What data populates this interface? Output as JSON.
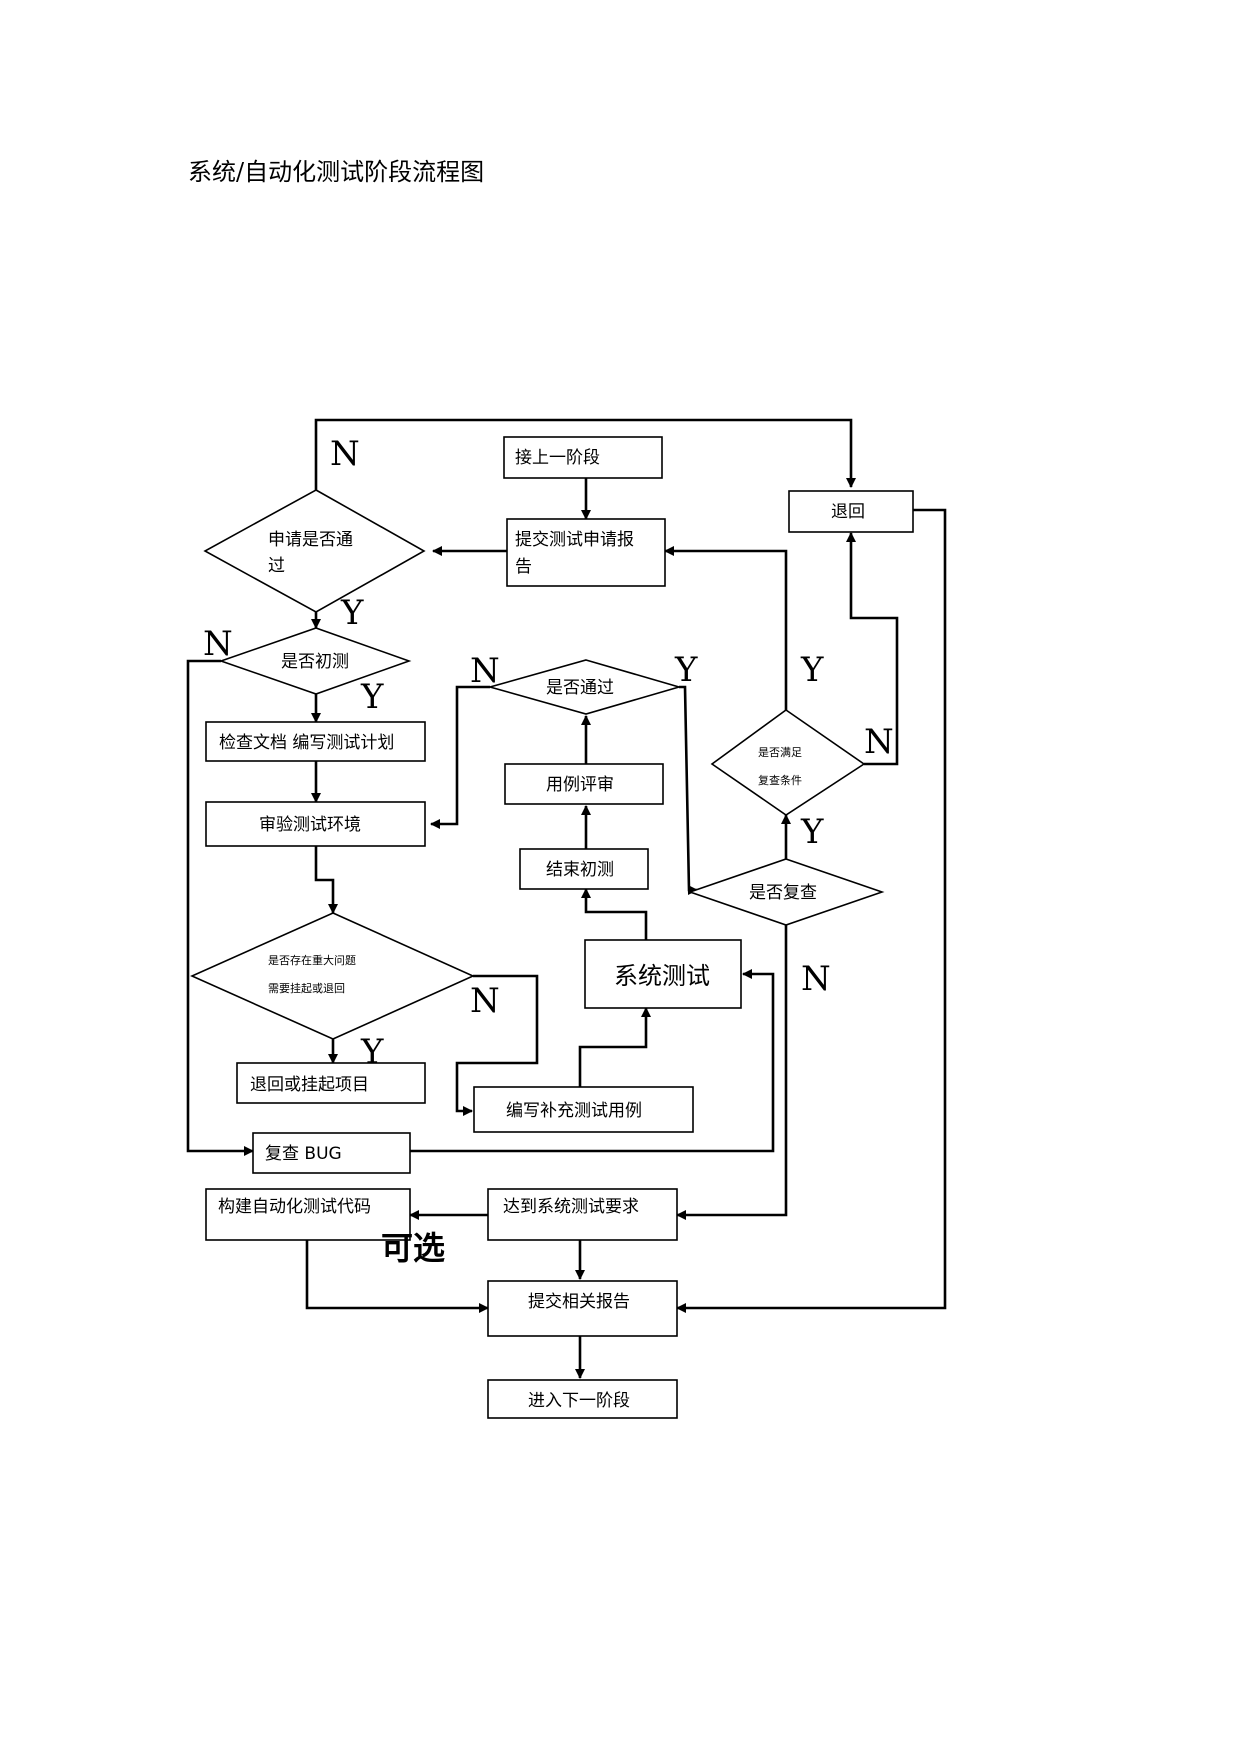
{
  "title": "系统/自动化测试阶段流程图",
  "nodes": {
    "receive_prev_stage": "接上一阶段",
    "submit_request_l1": "提交测试申请报",
    "submit_request_l2": "告",
    "request_approved_l1": "申请是否通",
    "request_approved_l2": "过",
    "rollback": "退回",
    "is_initial_test": "是否初测",
    "check_docs_plan": "检查文档 编写测试计划",
    "review_env": "审验测试环境",
    "major_issue_l1": "是否存在重大问题",
    "major_issue_l2": "需要挂起或退回",
    "return_or_suspend": "退回或挂起项目",
    "write_cases": "编写补充测试用例",
    "system_test": "系统测试",
    "end_initial_test": "结束初测",
    "case_review": "用例评审",
    "passed": "是否通过",
    "meets_retest_l1": "是否满足",
    "meets_retest_l2": "复查条件",
    "is_retest": "是否复查",
    "retest_bug": "复查 BUG",
    "build_automation": "构建自动化测试代码",
    "reach_requirements": "达到系统测试要求",
    "optional": "可选",
    "submit_reports": "提交相关报告",
    "next_stage": "进入下一阶段"
  },
  "branch_labels": {
    "yes": "Y",
    "no": "N"
  }
}
